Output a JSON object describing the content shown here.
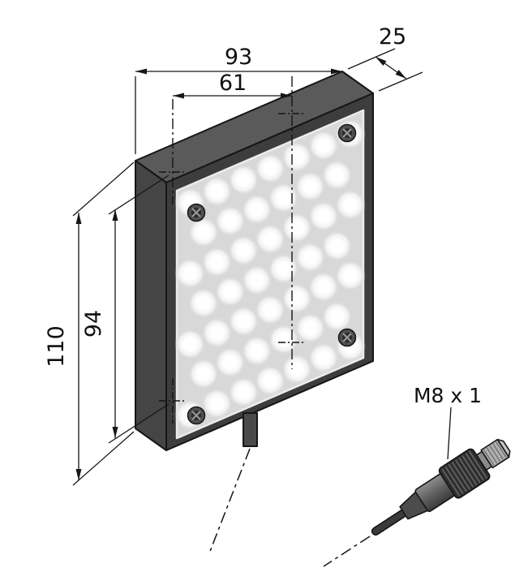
{
  "dimensions": {
    "overall_width": "93",
    "hole_spacing_width": "61",
    "depth": "25",
    "overall_height": "110",
    "hole_spacing_height": "94"
  },
  "connector": {
    "label": "M8 x 1"
  },
  "colors": {
    "background": "#ffffff",
    "line": "#161616",
    "housing_top": "#5a5a5a",
    "housing_side": "#454545",
    "housing_front": "#3d3d3d",
    "window": "#d8d8d8"
  },
  "led_grid": {
    "rows": 7,
    "cols_even": 7,
    "cols_odd": 6
  }
}
